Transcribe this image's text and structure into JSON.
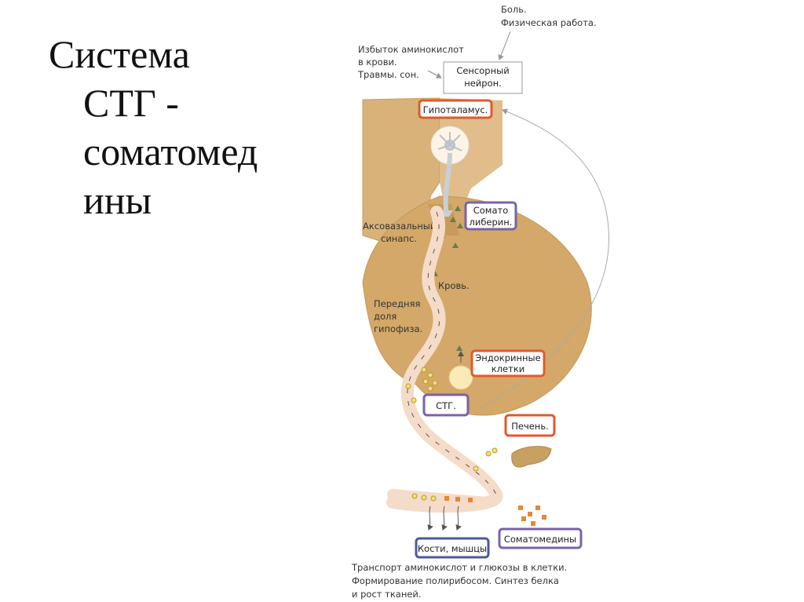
{
  "title": {
    "line1": "Система",
    "line2": "СТГ -",
    "line3": "соматомед",
    "line4": "ины"
  },
  "diagram": {
    "top_label": {
      "line1": "Боль.",
      "line2": "Физическая работа."
    },
    "left_top_label": {
      "line1": "Избыток аминокислот",
      "line2": "в крови.",
      "line3": "Травмы. сон."
    },
    "sensory_neuron": {
      "line1": "Сенсорный",
      "line2": "нейрон."
    },
    "hypothalamus": "Гипоталамус.",
    "somatoliberin": {
      "line1": "Сомато",
      "line2": "либерин."
    },
    "axovasal": {
      "line1": "Аксовазальный",
      "line2": "синапс."
    },
    "blood": "Кровь.",
    "pituitary": {
      "line1": "Передняя",
      "line2": "доля",
      "line3": "гипофиза."
    },
    "endocrine": {
      "line1": "Эндокринные",
      "line2": "клетки"
    },
    "stg": "СТГ.",
    "liver": "Печень.",
    "somatomedins": "Соматомедины",
    "bones": "Кости, мышцы",
    "caption": {
      "line1": "Транспорт аминокислот и глюкозы в клетки.",
      "line2": "Формирование полирибосом. Синтез белка",
      "line3": "и рост тканей."
    }
  },
  "colors": {
    "tissue": "#d9b27a",
    "tissue_dark": "#c99a5c",
    "vessel": "#f4dcc8",
    "orange_border": "#e05a2c",
    "purple_border": "#7a62a8",
    "blue_border": "#4a5a9c",
    "gland": "#c8a062",
    "dot_yellow": "#f2e07a",
    "square_orange": "#e08a3a"
  }
}
